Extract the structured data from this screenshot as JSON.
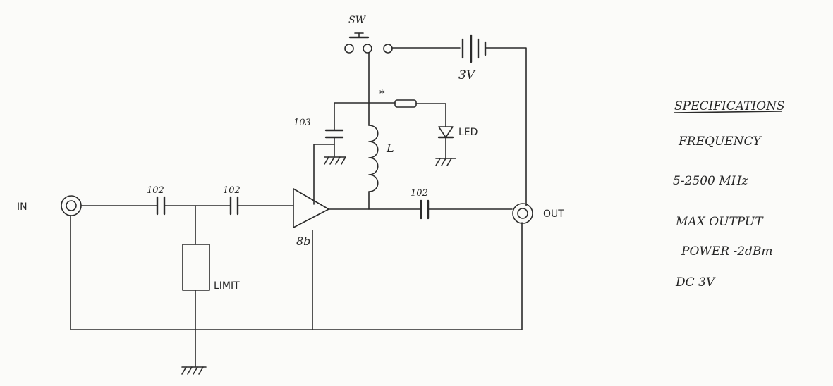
{
  "labels": {
    "input": "IN",
    "output": "OUT",
    "switch": "SW",
    "battery": "3V",
    "cap_input_1": "102",
    "cap_input_2": "102",
    "cap_output": "102",
    "cap_decoupling": "103",
    "inductor": "L",
    "led": "LED",
    "resistor_mark": "*",
    "limiter": "LIMIT",
    "amplifier": "8b"
  },
  "specifications": {
    "heading": "SPECIFICATIONS",
    "lines": [
      "FREQUENCY",
      "5-2500 MHz",
      "MAX OUTPUT",
      "POWER -2dBm",
      "DC 3V"
    ]
  },
  "colors": {
    "ink": "#2b2b2b",
    "paper": "#fbfbf9"
  }
}
